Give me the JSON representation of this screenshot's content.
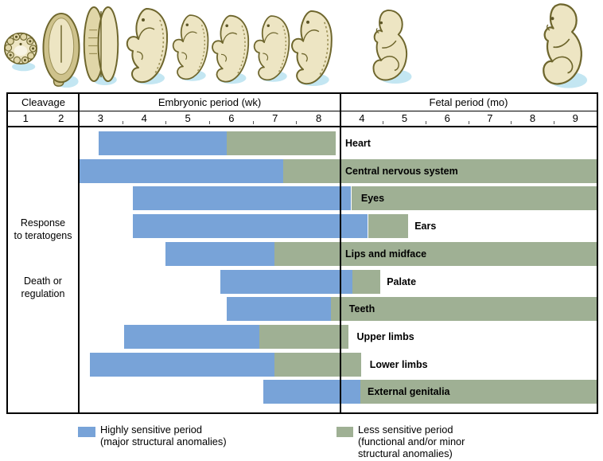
{
  "table": {
    "header": {
      "cleavage": "Cleavage",
      "embryonic": "Embryonic period (wk)",
      "fetal": "Fetal period (mo)"
    },
    "cleavage_numbers": [
      "1",
      "2"
    ],
    "embryonic_numbers": [
      "3",
      "4",
      "5",
      "6",
      "7",
      "8"
    ],
    "fetal_numbers": [
      "4",
      "5",
      "6",
      "7",
      "8",
      "9"
    ]
  },
  "left_labels": [
    {
      "lines": [
        "Response",
        "to teratogens"
      ]
    },
    {
      "lines": [
        "Death or",
        "regulation"
      ]
    }
  ],
  "legend": {
    "highly": {
      "color": "#78A3D8",
      "lines": [
        "Highly sensitive period",
        "(major structural anomalies)"
      ]
    },
    "less": {
      "color": "#9FB094",
      "lines": [
        "Less sensitive period",
        "(functional and/or minor",
        "structural anomalies)"
      ]
    }
  },
  "colors": {
    "highly_sensitive": "#78A3D8",
    "less_sensitive": "#9FB094",
    "border": "#000000",
    "shadow_blue": "#C3E6F2",
    "embryo_fill": "#EDE5C3",
    "embryo_shade": "#D8CD9C",
    "embryo_outline": "#6E662D"
  },
  "illustrations": [
    "morula",
    "embryonic-disc",
    "neural-plate-embryo",
    "embryo-stage-4",
    "embryo-stage-5",
    "embryo-stage-6",
    "embryo-stage-7",
    "embryo-stage-8",
    "early-fetus",
    "late-fetus"
  ],
  "chart_data": {
    "type": "bar",
    "orientation": "horizontal-gantt",
    "title": "Critical periods of prenatal development",
    "axis": {
      "cleavage_weeks": [
        1,
        2
      ],
      "embryonic_weeks": [
        3,
        8
      ],
      "fetal_months": [
        4,
        9
      ],
      "note": "u:'wk' = embryonic axis (3.0 = left edge of week-3 column); u:'mo' = fetal axis (4.0 = left edge of month-4 column); v 10 on 'mo' = right edge of chart"
    },
    "legend_position": "bottom",
    "rows": [
      {
        "label": "Heart",
        "highly_from": {
          "u": "wk",
          "v": 3.45
        },
        "highly_to": {
          "u": "wk",
          "v": 6.4
        },
        "less_to": {
          "u": "wk",
          "v": 8.9
        },
        "label_at": {
          "u": "mo",
          "v": 4.13
        }
      },
      {
        "label": "Central nervous system",
        "highly_from": {
          "u": "wk",
          "v": 3.0
        },
        "highly_to": {
          "u": "wk",
          "v": 7.7
        },
        "less_to": {
          "u": "mo",
          "v": 10
        },
        "label_at": {
          "u": "mo",
          "v": 4.13
        }
      },
      {
        "label": "Eyes",
        "highly_from": {
          "u": "wk",
          "v": 4.25
        },
        "highly_to": {
          "u": "mo",
          "v": 4.27
        },
        "less_to": {
          "u": "mo",
          "v": 10
        },
        "label_at": {
          "u": "mo",
          "v": 4.5
        }
      },
      {
        "label": "Ears",
        "highly_from": {
          "u": "wk",
          "v": 4.25
        },
        "highly_to": {
          "u": "mo",
          "v": 4.66
        },
        "less_to": {
          "u": "mo",
          "v": 5.6
        },
        "label_at": {
          "u": "mo",
          "v": 5.75
        }
      },
      {
        "label": "Lips and midface",
        "highly_from": {
          "u": "wk",
          "v": 5.0
        },
        "highly_to": {
          "u": "wk",
          "v": 7.5
        },
        "less_to": {
          "u": "mo",
          "v": 10
        },
        "label_at": {
          "u": "mo",
          "v": 4.13
        }
      },
      {
        "label": "Palate",
        "highly_from": {
          "u": "wk",
          "v": 6.25
        },
        "highly_to": {
          "u": "mo",
          "v": 4.3
        },
        "less_to": {
          "u": "mo",
          "v": 4.95
        },
        "label_at": {
          "u": "mo",
          "v": 5.1
        }
      },
      {
        "label": "Teeth",
        "highly_from": {
          "u": "wk",
          "v": 6.4
        },
        "highly_to": {
          "u": "wk",
          "v": 8.8
        },
        "less_to": {
          "u": "mo",
          "v": 10
        },
        "label_at": {
          "u": "mo",
          "v": 4.22
        }
      },
      {
        "label": "Upper limbs",
        "highly_from": {
          "u": "wk",
          "v": 4.05
        },
        "highly_to": {
          "u": "wk",
          "v": 7.15
        },
        "less_to": {
          "u": "mo",
          "v": 4.2
        },
        "label_at": {
          "u": "mo",
          "v": 4.4
        }
      },
      {
        "label": "Lower limbs",
        "highly_from": {
          "u": "wk",
          "v": 3.25
        },
        "highly_to": {
          "u": "wk",
          "v": 7.5
        },
        "less_to": {
          "u": "mo",
          "v": 4.5
        },
        "label_at": {
          "u": "mo",
          "v": 4.7
        }
      },
      {
        "label": "External genitalia",
        "highly_from": {
          "u": "wk",
          "v": 7.25
        },
        "highly_to": {
          "u": "mo",
          "v": 4.48
        },
        "less_to": {
          "u": "mo",
          "v": 10
        },
        "label_at": {
          "u": "mo",
          "v": 4.65
        }
      }
    ]
  }
}
